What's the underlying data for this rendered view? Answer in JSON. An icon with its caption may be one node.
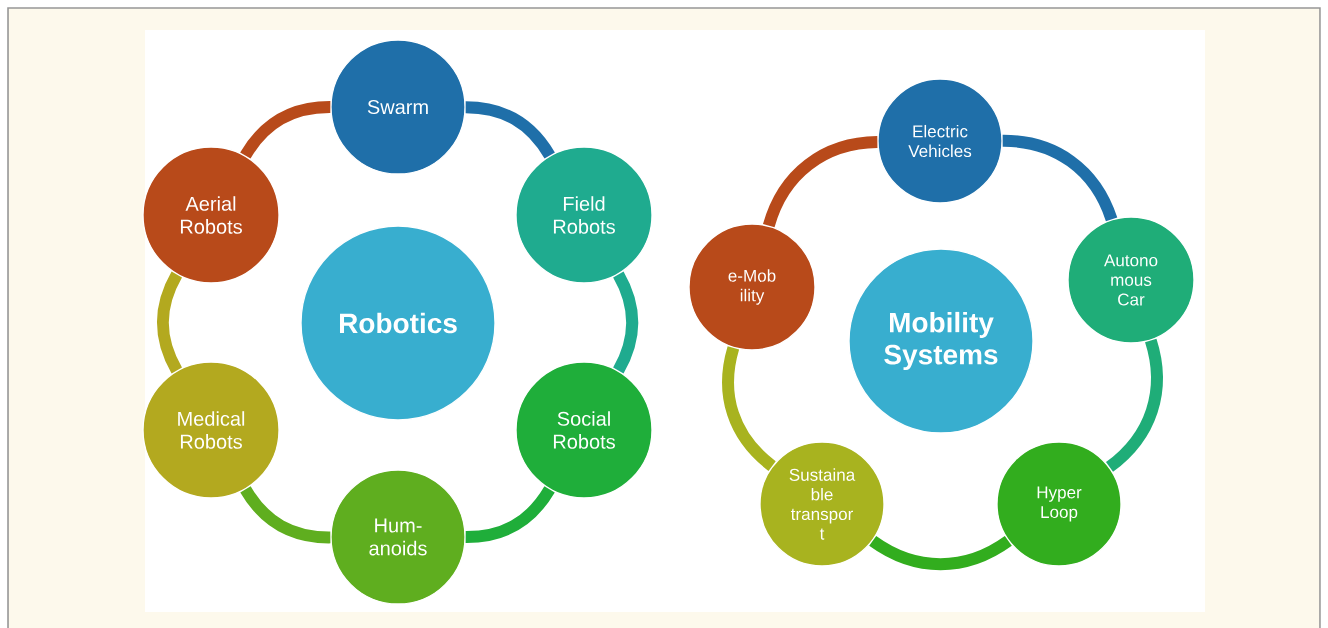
{
  "diagram": {
    "nodes": [
      {
        "text": [
          "Robotics"
        ]
      },
      {
        "text": [
          "Swarm"
        ]
      },
      {
        "text": [
          "Field Robots"
        ]
      },
      {
        "text": [
          "Social Robots"
        ]
      },
      {
        "text": [
          "Hum- anoids"
        ]
      },
      {
        "text": [
          "Medical Robots"
        ]
      },
      {
        "text": [
          "Aerial Robots"
        ]
      },
      {
        "text": [
          "Mobility Systems"
        ]
      },
      {
        "text": [
          "Electric Vehicles"
        ]
      },
      {
        "text": [
          "Autono mous Car"
        ]
      },
      {
        "text": [
          "Hyper Loop"
        ]
      },
      {
        "text": [
          "Sustaina ble transpor t"
        ]
      },
      {
        "text": [
          "e-Mob ility"
        ]
      }
    ],
    "edges": [
      {
        "from": 1,
        "to": 2,
        "arrow": "none",
        "color": "#1f6fa9"
      },
      {
        "from": 2,
        "to": 3,
        "arrow": "none",
        "color": "#1fab8f"
      },
      {
        "from": 3,
        "to": 4,
        "arrow": "none",
        "color": "#1fae3a"
      },
      {
        "from": 4,
        "to": 5,
        "arrow": "none",
        "color": "#5fae1f"
      },
      {
        "from": 5,
        "to": 6,
        "arrow": "none",
        "color": "#b3a91f"
      },
      {
        "from": 6,
        "to": 1,
        "arrow": "none",
        "color": "#b84a1a"
      },
      {
        "from": 8,
        "to": 9,
        "arrow": "none",
        "color": "#1f6fa9"
      },
      {
        "from": 9,
        "to": 10,
        "arrow": "none",
        "color": "#1fad78"
      },
      {
        "from": 10,
        "to": 11,
        "arrow": "none",
        "color": "#32ad1e"
      },
      {
        "from": 11,
        "to": 12,
        "arrow": "none",
        "color": "#a8b31f"
      },
      {
        "from": 12,
        "to": 8,
        "arrow": "none",
        "color": "#b84a1a"
      }
    ]
  }
}
